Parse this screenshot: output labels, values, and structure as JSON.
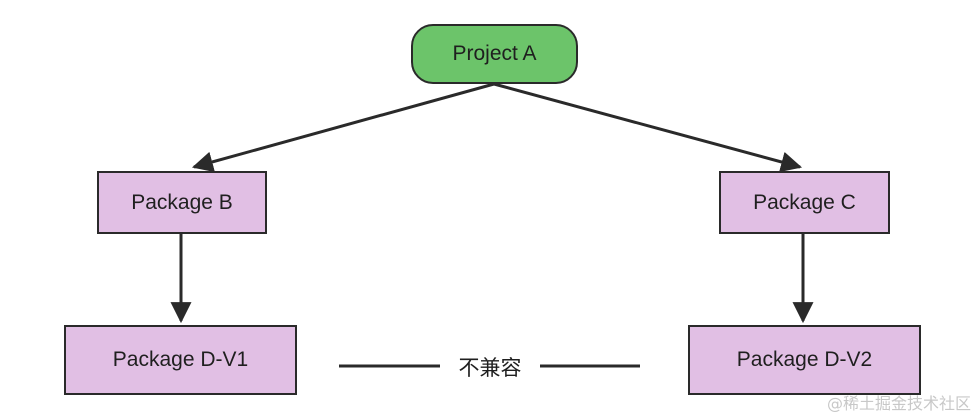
{
  "diagram": {
    "root": {
      "label": "Project A",
      "color": "#6cc46a"
    },
    "packages": {
      "b": {
        "label": "Package B"
      },
      "c": {
        "label": "Package C"
      },
      "d1": {
        "label": "Package D-V1"
      },
      "d2": {
        "label": "Package D-V2"
      },
      "color": "#e1bfe4"
    },
    "edges": [
      {
        "from": "Project A",
        "to": "Package B"
      },
      {
        "from": "Project A",
        "to": "Package C"
      },
      {
        "from": "Package B",
        "to": "Package D-V1"
      },
      {
        "from": "Package C",
        "to": "Package D-V2"
      }
    ],
    "conflict": {
      "label": "不兼容",
      "between": [
        "Package D-V1",
        "Package D-V2"
      ]
    }
  },
  "watermark": "@稀土掘金技术社区"
}
